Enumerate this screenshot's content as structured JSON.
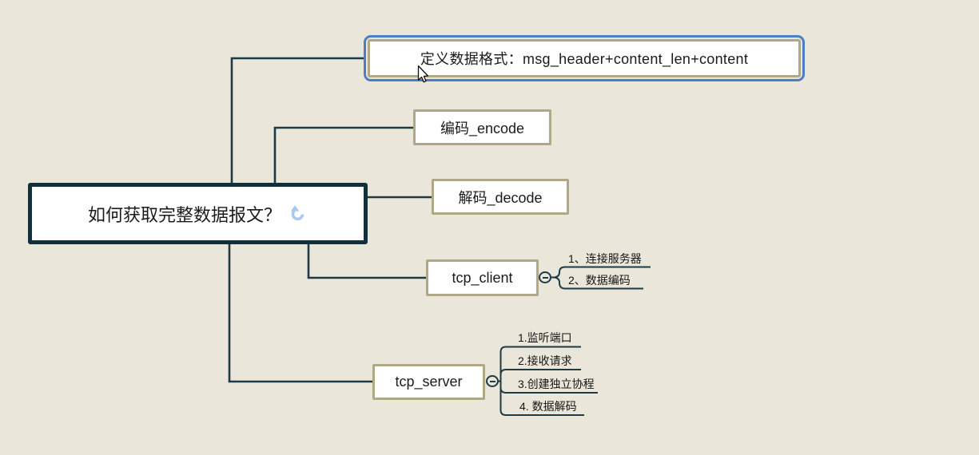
{
  "colors": {
    "background": "#eae6da",
    "connector_line": "#1d3b46",
    "node_border_tan": "#b0a785",
    "root_border": "#10303c",
    "selection_blue": "#4d7ec2",
    "node_fill": "#ffffff",
    "marker_icon_blue": "#a9c9ef",
    "text": "#1b1b1b"
  },
  "icons": {
    "root_marker": "curved-up-arrow",
    "collapse_toggle": "minus-in-circle",
    "pointer": "arrow-cursor"
  },
  "mindmap": {
    "root": {
      "label": "如何获取完整数据报文？"
    },
    "branches": [
      {
        "label": "定义数据格式：msg_header+content_len+content",
        "selected": true
      },
      {
        "label": "编码_encode",
        "selected": false
      },
      {
        "label": "解码_decode",
        "selected": false
      },
      {
        "label": "tcp_client",
        "selected": false,
        "collapsed": false,
        "children": [
          "1、连接服务器",
          "2、数据编码"
        ]
      },
      {
        "label": "tcp_server",
        "selected": false,
        "collapsed": false,
        "children": [
          "1.监听端口",
          "2.接收请求",
          "3.创建独立协程",
          "4. 数据解码"
        ]
      }
    ]
  }
}
